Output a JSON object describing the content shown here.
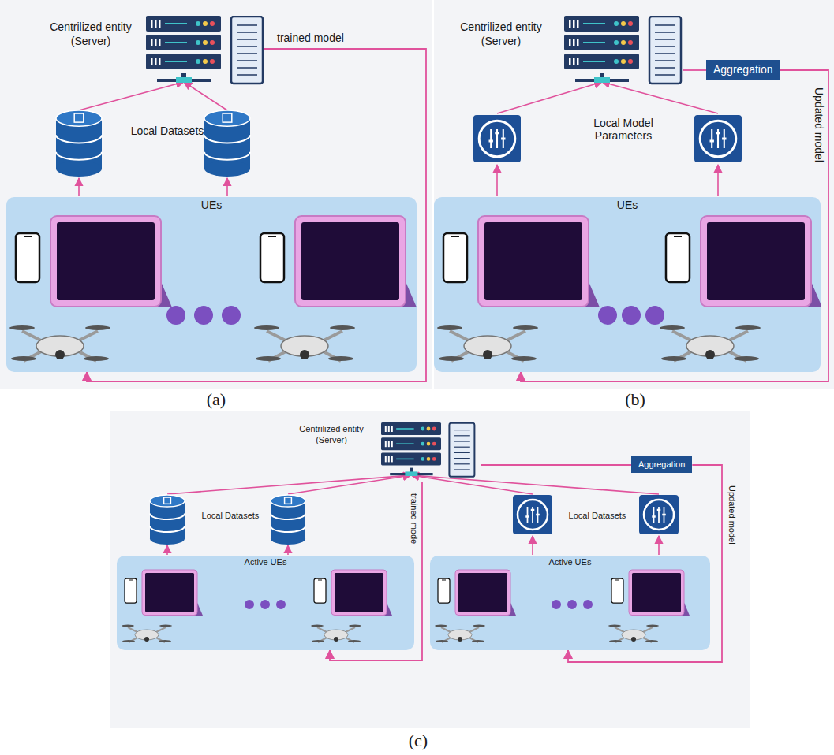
{
  "diagram": {
    "nodes": [
      {
        "text": [
          "Centrilized entity (Server)"
        ]
      },
      {
        "text": [
          "UEs"
        ]
      },
      {
        "text": [
          "Centrilized entity (Server)"
        ]
      },
      {
        "text": [
          "Aggregation"
        ]
      },
      {
        "text": [
          "UEs"
        ]
      },
      {
        "text": [
          "Centrilized entity (Server)"
        ]
      },
      {
        "text": [
          "Aggregation"
        ]
      },
      {
        "text": [
          "Active UEs"
        ]
      },
      {
        "text": [
          "Active UEs"
        ]
      }
    ],
    "edges": [
      {
        "from": 0,
        "to": 1,
        "label": "trained model",
        "arrow": "to"
      },
      {
        "from": 2,
        "to": 3,
        "arrow": "none"
      },
      {
        "from": 3,
        "to": 4,
        "label": "Updated model",
        "arrow": "to"
      },
      {
        "from": 5,
        "to": 7,
        "label": "trained model",
        "arrow": "to"
      },
      {
        "from": 5,
        "to": 6,
        "arrow": "none"
      },
      {
        "from": 6,
        "to": 8,
        "label": "Updated model",
        "arrow": "to"
      }
    ],
    "labels": [
      "Local Datasets",
      "Local Model Parameters",
      "Local Datasets",
      "Local Datasets",
      "(a)",
      "(b)",
      "(c)"
    ]
  }
}
